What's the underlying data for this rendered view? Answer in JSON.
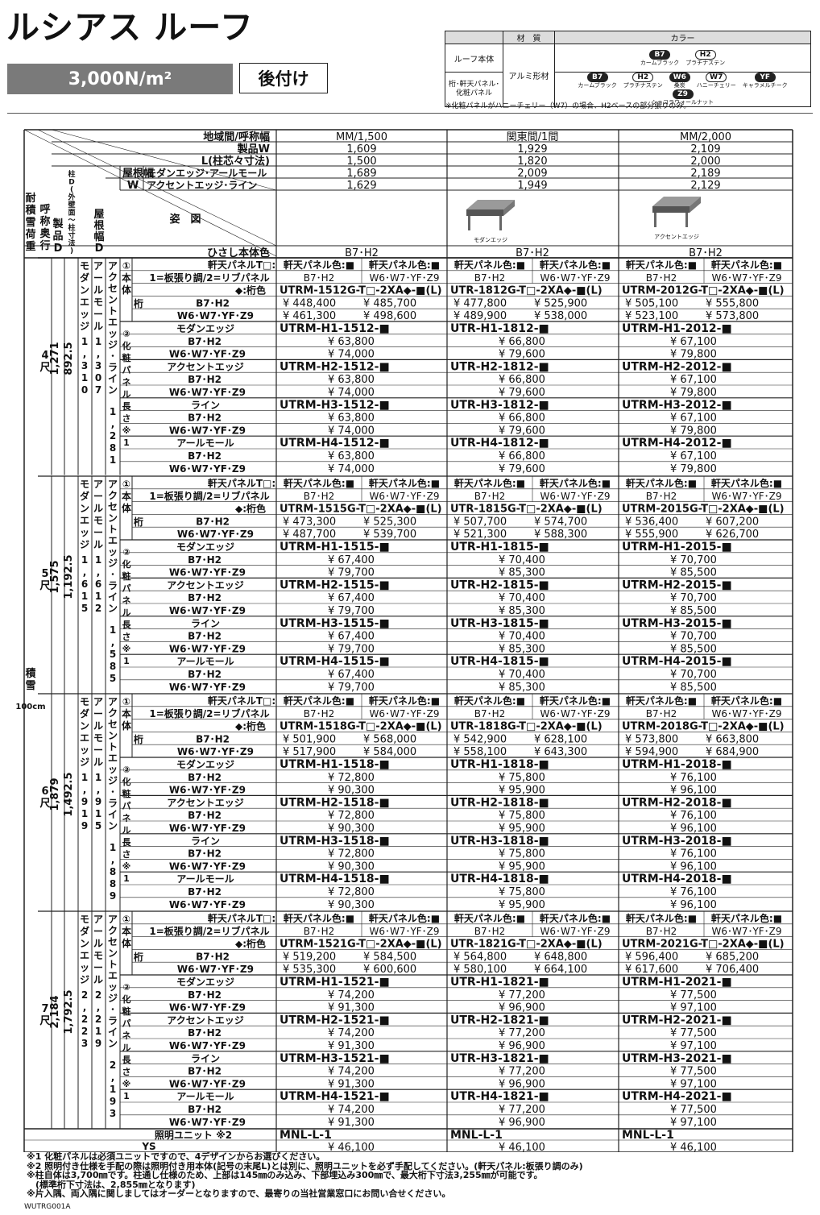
{
  "header": {
    "title": "ルシアス ルーフ",
    "load": "3,000N/m²",
    "retrofit": "後付け"
  },
  "materials": {
    "head_material": "材　質",
    "head_color": "カラー",
    "row1_label": "ルーフ本体",
    "row2_label": "桁･軒天パネル･\n化粧パネル",
    "material_value": "アルミ形材",
    "roof_colors": [
      {
        "code": "B7",
        "name": "カームブラック",
        "dark": true
      },
      {
        "code": "H2",
        "name": "プラチナステン",
        "dark": false
      }
    ],
    "panel_colors": [
      {
        "code": "B7",
        "name": "カームブラック",
        "dark": true
      },
      {
        "code": "H2",
        "name": "プラチナステン",
        "dark": false
      },
      {
        "code": "W6",
        "name": "桑炭",
        "dark": true
      },
      {
        "code": "W7",
        "name": "ハニーチェリー",
        "dark": false
      },
      {
        "code": "YF",
        "name": "キャラメルチーク",
        "dark": true
      },
      {
        "code": "Z9",
        "name": "ショコラウォールナット",
        "dark": true
      }
    ],
    "note": "※化粧パネルがハニーチェリー（W7）の場合、H2ベースの部分張りのみ。"
  },
  "table": {
    "corner": {
      "load": "耐積雪荷重",
      "depth": "呼称奥行",
      "depth_d": "製品D",
      "pillar": "柱D(外壁面〜柱寸法)",
      "roof_d": "屋根幅D",
      "snow": "積雪100cm",
      "region": "地域間/呼称幅",
      "width": "製品W",
      "pitch": "L(柱芯々寸法)",
      "roofw": "屋根幅\nW",
      "modern": "モダンエッジ･アールモール",
      "accent": "アクセントエッジ･ライン",
      "figure": "姿　図",
      "bodycolor": "ひさし本体色",
      "img1": "モダンエッジ",
      "img2": "アクセントエッジ"
    },
    "columns": [
      {
        "region": "MM/1,500",
        "W": "1,609",
        "L": "1,500",
        "w_modern": "1,689",
        "w_accent": "1,629",
        "body": "B7･H2"
      },
      {
        "region": "関東間/1間",
        "W": "1,929",
        "L": "1,820",
        "w_modern": "2,009",
        "w_accent": "1,949",
        "body": "B7･H2"
      },
      {
        "region": "MM/2,000",
        "W": "2,109",
        "L": "2,000",
        "w_modern": "2,189",
        "w_accent": "2,129",
        "body": "B7･H2"
      }
    ],
    "labels": {
      "soffit": "軒天パネルT□:",
      "soffit2": "1=板張り調/2=リブパネル",
      "soffit_col": "軒天パネル色:■",
      "soffit_c1": "B7･H2",
      "soffit_c2": "W6･W7･YF･Z9",
      "girder_color": "◆:桁色",
      "girder": "桁",
      "b7h2": "B7･H2",
      "w6": "W6･W7･YF･Z9",
      "body_v": "①本体",
      "panel_v": "②化粧パネル長さ※1",
      "panels": [
        "モダンエッジ",
        "アクセントエッジ",
        "ライン",
        "アールモール"
      ],
      "side_modern": "モダンエッジ",
      "side_aru": "アールモール",
      "side_accent": "アクセントエッジ･ライン"
    },
    "groups": [
      {
        "depth": "4尺",
        "D": "1,271",
        "pillar": "892.5",
        "len_modern": "1,310",
        "len_aru": "1,307",
        "len_accent": "1,281",
        "body_code": [
          "UTRM-1512G-T□-2XA◆-■(L)",
          "UTR-1812G-T□-2XA◆-■(L)",
          "UTRM-2012G-T□-2XA◆-■(L)"
        ],
        "body_prices": [
          [
            "¥ 448,400",
            "¥ 485,700",
            "¥ 461,300",
            "¥ 498,600"
          ],
          [
            "¥ 477,800",
            "¥ 525,900",
            "¥ 489,900",
            "¥ 538,000"
          ],
          [
            "¥ 505,100",
            "¥ 555,800",
            "¥ 523,100",
            "¥ 573,800"
          ]
        ],
        "panels": [
          {
            "codes": [
              "UTRM-H1-1512-■",
              "UTR-H1-1812-■",
              "UTRM-H1-2012-■"
            ],
            "p1": [
              "¥ 63,800",
              "¥ 66,800",
              "¥ 67,100"
            ],
            "p2": [
              "¥ 74,000",
              "¥ 79,600",
              "¥ 79,800"
            ]
          },
          {
            "codes": [
              "UTRM-H2-1512-■",
              "UTR-H2-1812-■",
              "UTRM-H2-2012-■"
            ],
            "p1": [
              "¥ 63,800",
              "¥ 66,800",
              "¥ 67,100"
            ],
            "p2": [
              "¥ 74,000",
              "¥ 79,600",
              "¥ 79,800"
            ]
          },
          {
            "codes": [
              "UTRM-H3-1512-■",
              "UTR-H3-1812-■",
              "UTRM-H3-2012-■"
            ],
            "p1": [
              "¥ 63,800",
              "¥ 66,800",
              "¥ 67,100"
            ],
            "p2": [
              "¥ 74,000",
              "¥ 79,600",
              "¥ 79,800"
            ]
          },
          {
            "codes": [
              "UTRM-H4-1512-■",
              "UTR-H4-1812-■",
              "UTRM-H4-2012-■"
            ],
            "p1": [
              "¥ 63,800",
              "¥ 66,800",
              "¥ 67,100"
            ],
            "p2": [
              "¥ 74,000",
              "¥ 79,600",
              "¥ 79,800"
            ]
          }
        ]
      },
      {
        "depth": "5尺",
        "D": "1,575",
        "pillar": "1,192.5",
        "len_modern": "1,615",
        "len_aru": "1,612",
        "len_accent": "1,585",
        "body_code": [
          "UTRM-1515G-T□-2XA◆-■(L)",
          "UTR-1815G-T□-2XA◆-■(L)",
          "UTRM-2015G-T□-2XA◆-■(L)"
        ],
        "body_prices": [
          [
            "¥ 473,300",
            "¥ 525,300",
            "¥ 487,700",
            "¥ 539,700"
          ],
          [
            "¥ 507,700",
            "¥ 574,700",
            "¥ 521,300",
            "¥ 588,300"
          ],
          [
            "¥ 536,400",
            "¥ 607,200",
            "¥ 555,900",
            "¥ 626,700"
          ]
        ],
        "panels": [
          {
            "codes": [
              "UTRM-H1-1515-■",
              "UTR-H1-1815-■",
              "UTRM-H1-2015-■"
            ],
            "p1": [
              "¥ 67,400",
              "¥ 70,400",
              "¥ 70,700"
            ],
            "p2": [
              "¥ 79,700",
              "¥ 85,300",
              "¥ 85,500"
            ]
          },
          {
            "codes": [
              "UTRM-H2-1515-■",
              "UTR-H2-1815-■",
              "UTRM-H2-2015-■"
            ],
            "p1": [
              "¥ 67,400",
              "¥ 70,400",
              "¥ 70,700"
            ],
            "p2": [
              "¥ 79,700",
              "¥ 85,300",
              "¥ 85,500"
            ]
          },
          {
            "codes": [
              "UTRM-H3-1515-■",
              "UTR-H3-1815-■",
              "UTRM-H3-2015-■"
            ],
            "p1": [
              "¥ 67,400",
              "¥ 70,400",
              "¥ 70,700"
            ],
            "p2": [
              "¥ 79,700",
              "¥ 85,300",
              "¥ 85,500"
            ]
          },
          {
            "codes": [
              "UTRM-H4-1515-■",
              "UTR-H4-1815-■",
              "UTRM-H4-2015-■"
            ],
            "p1": [
              "¥ 67,400",
              "¥ 70,400",
              "¥ 70,700"
            ],
            "p2": [
              "¥ 79,700",
              "¥ 85,300",
              "¥ 85,500"
            ]
          }
        ]
      },
      {
        "depth": "6尺",
        "D": "1,879",
        "pillar": "1,492.5",
        "len_modern": "1,919",
        "len_aru": "1,915",
        "len_accent": "1,889",
        "body_code": [
          "UTRM-1518G-T□-2XA◆-■(L)",
          "UTR-1818G-T□-2XA◆-■(L)",
          "UTRM-2018G-T□-2XA◆-■(L)"
        ],
        "body_prices": [
          [
            "¥ 501,900",
            "¥ 568,000",
            "¥ 517,900",
            "¥ 584,000"
          ],
          [
            "¥ 542,900",
            "¥ 628,100",
            "¥ 558,100",
            "¥ 643,300"
          ],
          [
            "¥ 573,800",
            "¥ 663,800",
            "¥ 594,900",
            "¥ 684,900"
          ]
        ],
        "panels": [
          {
            "codes": [
              "UTRM-H1-1518-■",
              "UTR-H1-1818-■",
              "UTRM-H1-2018-■"
            ],
            "p1": [
              "¥ 72,800",
              "¥ 75,800",
              "¥ 76,100"
            ],
            "p2": [
              "¥ 90,300",
              "¥ 95,900",
              "¥ 96,100"
            ]
          },
          {
            "codes": [
              "UTRM-H2-1518-■",
              "UTR-H2-1818-■",
              "UTRM-H2-2018-■"
            ],
            "p1": [
              "¥ 72,800",
              "¥ 75,800",
              "¥ 76,100"
            ],
            "p2": [
              "¥ 90,300",
              "¥ 95,900",
              "¥ 96,100"
            ]
          },
          {
            "codes": [
              "UTRM-H3-1518-■",
              "UTR-H3-1818-■",
              "UTRM-H3-2018-■"
            ],
            "p1": [
              "¥ 72,800",
              "¥ 75,800",
              "¥ 76,100"
            ],
            "p2": [
              "¥ 90,300",
              "¥ 95,900",
              "¥ 96,100"
            ]
          },
          {
            "codes": [
              "UTRM-H4-1518-■",
              "UTR-H4-1818-■",
              "UTRM-H4-2018-■"
            ],
            "p1": [
              "¥ 72,800",
              "¥ 75,800",
              "¥ 76,100"
            ],
            "p2": [
              "¥ 90,300",
              "¥ 95,900",
              "¥ 96,100"
            ]
          }
        ]
      },
      {
        "depth": "7尺",
        "D": "2,184",
        "pillar": "1,792.5",
        "len_modern": "2,223",
        "len_aru": "2,219",
        "len_accent": "2,193",
        "body_code": [
          "UTRM-1521G-T□-2XA◆-■(L)",
          "UTR-1821G-T□-2XA◆-■(L)",
          "UTRM-2021G-T□-2XA◆-■(L)"
        ],
        "body_prices": [
          [
            "¥ 519,200",
            "¥ 584,500",
            "¥ 535,300",
            "¥ 600,600"
          ],
          [
            "¥ 564,800",
            "¥ 648,800",
            "¥ 580,100",
            "¥ 664,100"
          ],
          [
            "¥ 596,400",
            "¥ 685,200",
            "¥ 617,600",
            "¥ 706,400"
          ]
        ],
        "panels": [
          {
            "codes": [
              "UTRM-H1-1521-■",
              "UTR-H1-1821-■",
              "UTRM-H1-2021-■"
            ],
            "p1": [
              "¥ 74,200",
              "¥ 77,200",
              "¥ 77,500"
            ],
            "p2": [
              "¥ 91,300",
              "¥ 96,900",
              "¥ 97,100"
            ]
          },
          {
            "codes": [
              "UTRM-H2-1521-■",
              "UTR-H2-1821-■",
              "UTRM-H2-2021-■"
            ],
            "p1": [
              "¥ 74,200",
              "¥ 77,200",
              "¥ 77,500"
            ],
            "p2": [
              "¥ 91,300",
              "¥ 96,900",
              "¥ 97,100"
            ]
          },
          {
            "codes": [
              "UTRM-H3-1521-■",
              "UTR-H3-1821-■",
              "UTRM-H3-2021-■"
            ],
            "p1": [
              "¥ 74,200",
              "¥ 77,200",
              "¥ 77,500"
            ],
            "p2": [
              "¥ 91,300",
              "¥ 96,900",
              "¥ 97,100"
            ]
          },
          {
            "codes": [
              "UTRM-H4-1521-■",
              "UTR-H4-1821-■",
              "UTRM-H4-2021-■"
            ],
            "p1": [
              "¥ 74,200",
              "¥ 77,200",
              "¥ 77,500"
            ],
            "p2": [
              "¥ 91,300",
              "¥ 96,900",
              "¥ 97,100"
            ]
          }
        ]
      }
    ],
    "lighting": {
      "label": "照明ユニット ※2",
      "ys": "YS",
      "code": "MNL-L-1",
      "price": "¥ 46,100"
    }
  },
  "notes": [
    "※1 化粧パネルは必須ユニットですので、4デザインからお選びください。",
    "※2 照明付き仕様を手配の際は照明付き用本体(記号の末尾L)とは別に、照明ユニットを必ず手配してください。(軒天パネル:板張り調のみ)",
    "※柱自体は3,700㎜です。柱通し仕様のため、上部は145㎜のみ込み、下部埋込み300㎜で、最大桁下寸法3,255㎜が可能です。",
    "　(標準桁下寸法は、2,855㎜となります)",
    "※片入隅、両入隅に関しましてはオーダーとなりますので、最寄りの当社営業窓口にお問い合せください。"
  ],
  "doc_code": "WUTRG001A"
}
